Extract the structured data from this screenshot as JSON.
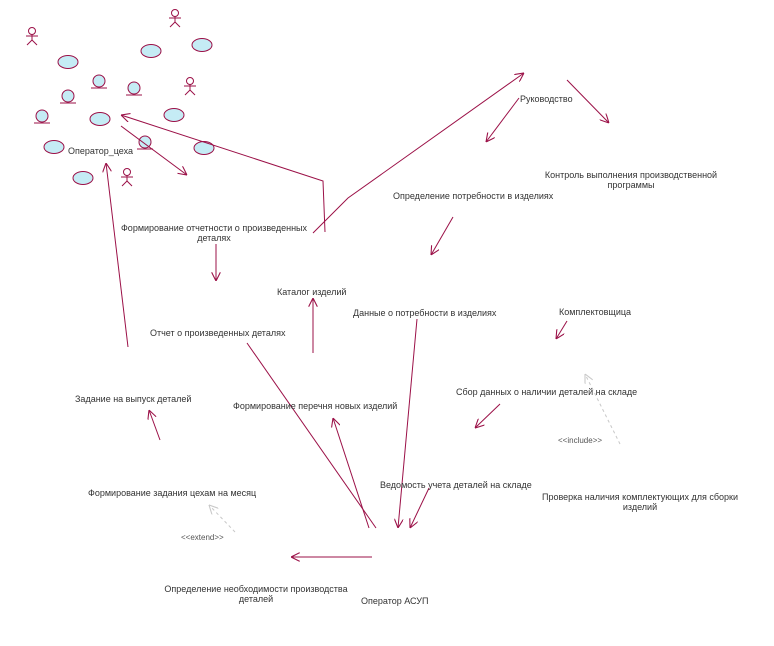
{
  "colors": {
    "line": "#9b1047",
    "dashed": "#c8c8c8",
    "usecase_fill": "#c5ecf5",
    "usecase_stroke": "#9b1047",
    "text": "#333333"
  },
  "labels": {
    "operator_shop": "Оператор_цеха",
    "management": "Руководство",
    "control_line1": "Контроль выполнения производственной",
    "control_line2": "программы",
    "need_def": "Определение потребности в изделиях",
    "report_form_line1": "Формирование отчетности о произведенных",
    "report_form_line2": "деталях",
    "catalog": "Каталог изделий",
    "need_data": "Данные о потребности в изделиях",
    "picker": "Комплектовщица",
    "report_doc": "Отчет о произведенных деталях",
    "task_issue": "Задание на выпуск деталей",
    "new_items": "Формирование перечня новых изделий",
    "stock_collect": "Сбор данных о наличии деталей на складе",
    "include": "<<include>>",
    "ledger": "Ведомость учета деталей на складе",
    "check_line1": "Проверка наличия комплектующих для сборки",
    "check_line2": "изделий",
    "task_form": "Формирование задания цехам на месяц",
    "extend": "<<extend>>",
    "prod_need_line1": "Определение необходимости производства",
    "prod_need_line2": "деталей",
    "operator_asup": "Оператор АСУП"
  },
  "icons": {
    "actor": "stick-figure-actor-icon",
    "usecase": "use-case-ellipse-icon",
    "entity": "entity-circle-icon"
  }
}
